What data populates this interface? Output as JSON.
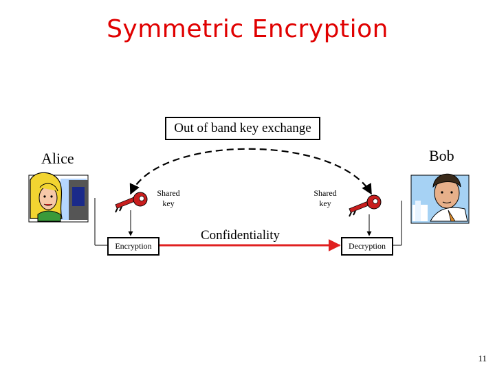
{
  "title": "Symmetric Encryption",
  "exchange_label": "Out of band key exchange",
  "alice_label": "Alice",
  "bob_label": "Bob",
  "shared_key_left": [
    "Shared",
    "key"
  ],
  "shared_key_right": [
    "Shared",
    "key"
  ],
  "confidentiality_label": "Confidentiality",
  "encryption_label": "Encryption",
  "decryption_label": "Decryption",
  "page_number": "11",
  "colors": {
    "title": "#e00000",
    "channel": "#e02020",
    "key": "#c81e1e"
  }
}
